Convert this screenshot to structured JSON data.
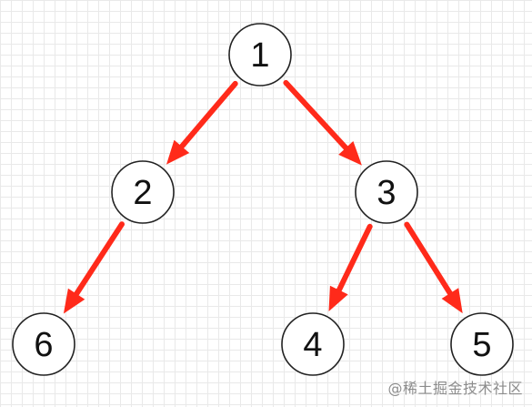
{
  "diagram": {
    "nodes": [
      {
        "id": "1",
        "label": "1"
      },
      {
        "id": "2",
        "label": "2"
      },
      {
        "id": "3",
        "label": "3"
      },
      {
        "id": "6",
        "label": "6"
      },
      {
        "id": "4",
        "label": "4"
      },
      {
        "id": "5",
        "label": "5"
      }
    ],
    "edges": [
      {
        "from": "1",
        "to": "2"
      },
      {
        "from": "1",
        "to": "3"
      },
      {
        "from": "2",
        "to": "6"
      },
      {
        "from": "3",
        "to": "4"
      },
      {
        "from": "3",
        "to": "5"
      }
    ],
    "edge_color": "#ff2a1a",
    "node_stroke_color": "#222222",
    "grid_color": "#e9e9e9"
  },
  "watermark": {
    "text": "@稀土掘金技术社区"
  }
}
